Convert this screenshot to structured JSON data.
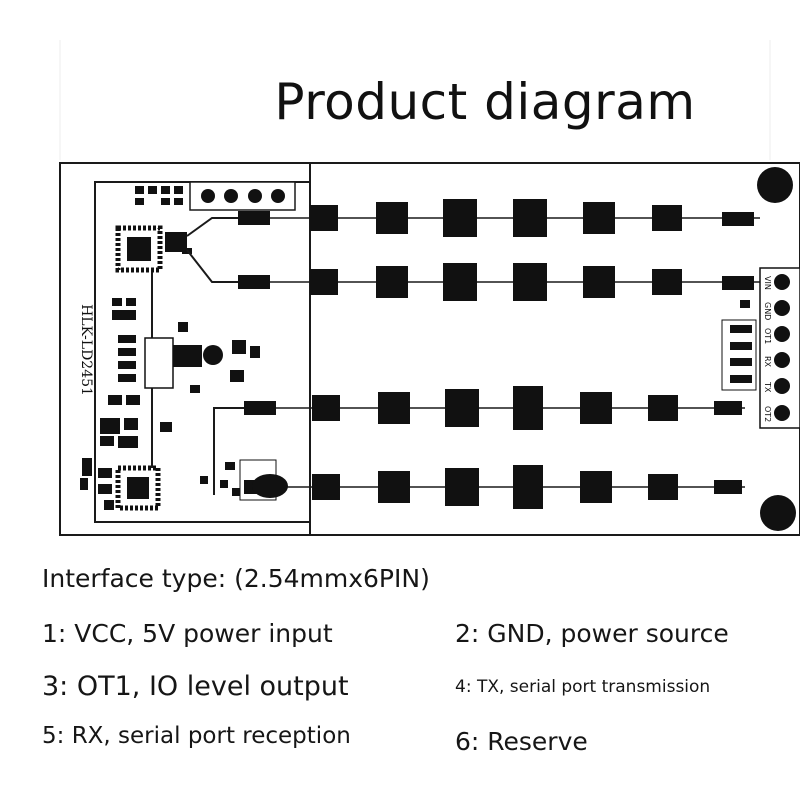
{
  "title": "Product diagram",
  "board": {
    "module_label": "HLK-LD2451",
    "pin_labels": [
      "VIN",
      "GND",
      "OT1",
      "RX",
      "TX",
      "OT2"
    ],
    "colors": {
      "line": "#1a1a1a",
      "pad": "#111111",
      "board_bg": "#ffffff",
      "grid": "#eeeeee"
    }
  },
  "interface": {
    "type_line": "Interface type: (2.54mmx6PIN)",
    "pins": [
      "1: VCC, 5V power input",
      "2: GND, power source",
      "3: OT1, IO level output",
      "4: TX, serial port transmission",
      "5: RX, serial port reception",
      "6: Reserve"
    ]
  }
}
